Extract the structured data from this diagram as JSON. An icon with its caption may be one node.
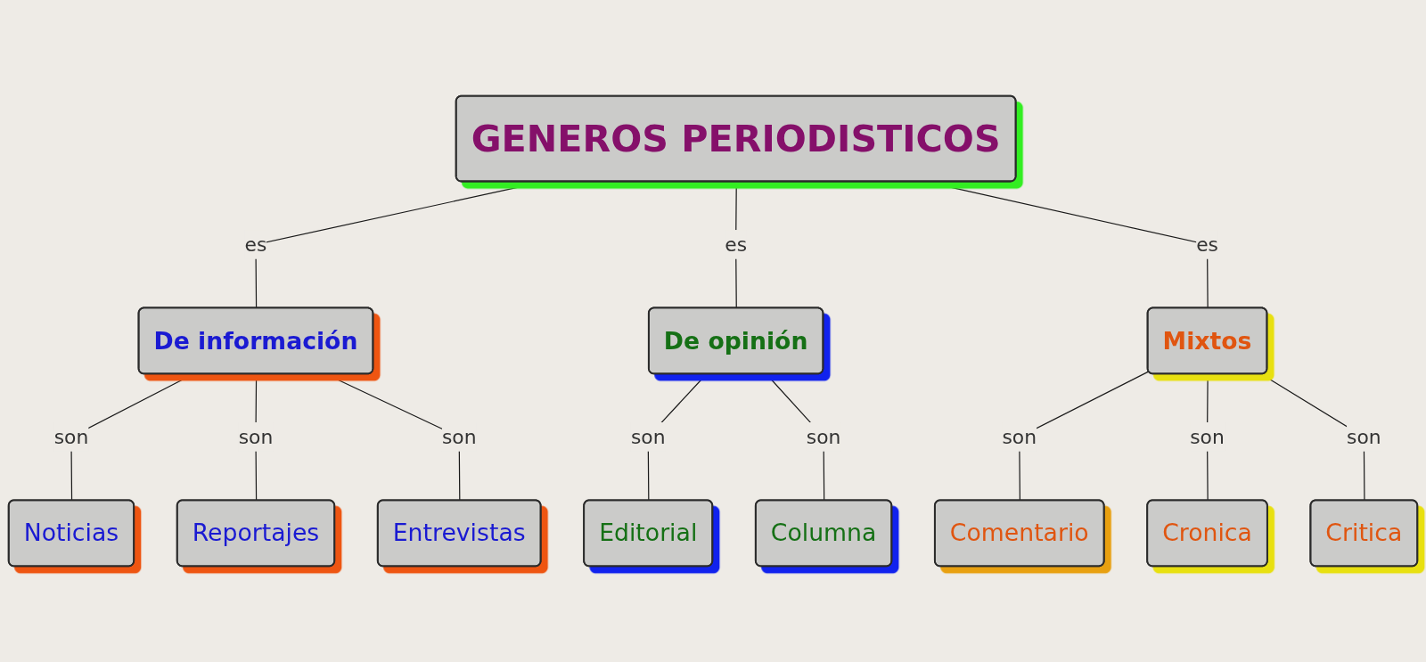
{
  "diagram": {
    "nodes": [
      {
        "text": [
          "GENEROS PERIODISTICOS"
        ]
      },
      {
        "text": [
          "De información"
        ]
      },
      {
        "text": [
          "De opinión"
        ]
      },
      {
        "text": [
          "Mixtos"
        ]
      },
      {
        "text": [
          "Noticias"
        ]
      },
      {
        "text": [
          "Reportajes"
        ]
      },
      {
        "text": [
          "Entrevistas"
        ]
      },
      {
        "text": [
          "Editorial"
        ]
      },
      {
        "text": [
          "Columna"
        ]
      },
      {
        "text": [
          "Comentario"
        ]
      },
      {
        "text": [
          "Cronica"
        ]
      },
      {
        "text": [
          "Critica"
        ]
      }
    ],
    "edges": [
      {
        "from": 0,
        "to": 1,
        "arrow": "none",
        "label": "es"
      },
      {
        "from": 0,
        "to": 2,
        "arrow": "none",
        "label": "es"
      },
      {
        "from": 0,
        "to": 3,
        "arrow": "none",
        "label": "es"
      },
      {
        "from": 1,
        "to": 4,
        "arrow": "none",
        "label": "son"
      },
      {
        "from": 1,
        "to": 5,
        "arrow": "none",
        "label": "son"
      },
      {
        "from": 1,
        "to": 6,
        "arrow": "none",
        "label": "son"
      },
      {
        "from": 2,
        "to": 7,
        "arrow": "none",
        "label": "son"
      },
      {
        "from": 2,
        "to": 8,
        "arrow": "none",
        "label": "son"
      },
      {
        "from": 3,
        "to": 9,
        "arrow": "none",
        "label": "son"
      },
      {
        "from": 3,
        "to": 10,
        "arrow": "none",
        "label": "son"
      },
      {
        "from": 3,
        "to": 11,
        "arrow": "none",
        "label": "son"
      }
    ]
  }
}
